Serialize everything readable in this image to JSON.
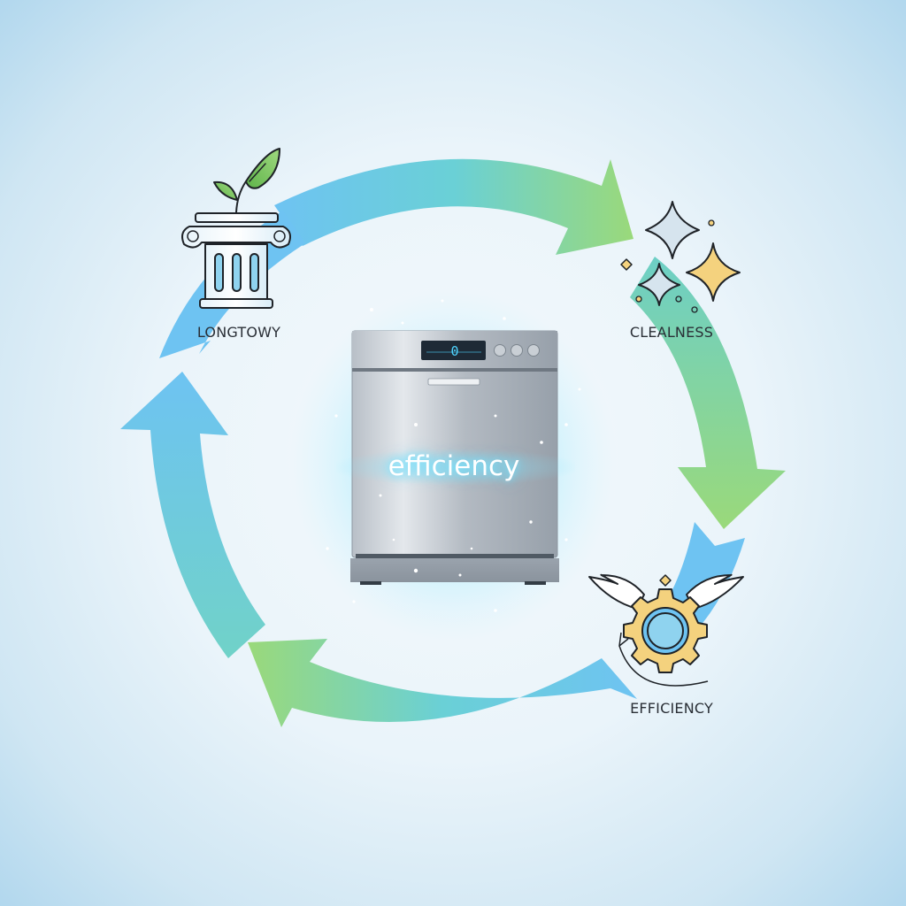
{
  "diagram": {
    "type": "cycle",
    "center": {
      "icon": "dishwasher-icon",
      "label": "efficiency",
      "display_digit": "0"
    },
    "nodes": [
      {
        "id": "longevity",
        "icon": "pillar-with-sprout-icon",
        "label": "LONGTOWY",
        "position": "top-left"
      },
      {
        "id": "cleanliness",
        "icon": "sparkles-icon",
        "label": "CLEALNESS",
        "position": "right-upper"
      },
      {
        "id": "efficiency",
        "icon": "winged-gear-icon",
        "label": "EFFICIENCY",
        "position": "bottom-right"
      }
    ],
    "arrows": [
      {
        "id": "arrow-top",
        "from": "top-left",
        "to": "top-right",
        "direction": "clockwise",
        "gradient": [
          "#6ec3f2",
          "#9bd87a"
        ]
      },
      {
        "id": "arrow-right",
        "from": "right",
        "to": "bottom-right",
        "direction": "clockwise",
        "gradient": [
          "#6fcfc8",
          "#9bd87a"
        ]
      },
      {
        "id": "arrow-bottom",
        "from": "bottom-right",
        "to": "bottom-left",
        "direction": "clockwise",
        "gradient": [
          "#6ec3f2",
          "#9bd87a"
        ]
      },
      {
        "id": "arrow-left",
        "from": "bottom-left",
        "to": "top-left",
        "direction": "clockwise",
        "gradient": [
          "#6fcfc8",
          "#6ec3f2"
        ]
      }
    ],
    "colors": {
      "arrow_blue": "#6ec3f2",
      "arrow_teal": "#66d0d8",
      "arrow_green": "#9bd87a",
      "gear_yellow": "#f4d27e",
      "leaf_green": "#6fc05a",
      "outline": "#1f2328",
      "glow": "#8fe6ff",
      "steel": "#a9b1ba"
    }
  }
}
